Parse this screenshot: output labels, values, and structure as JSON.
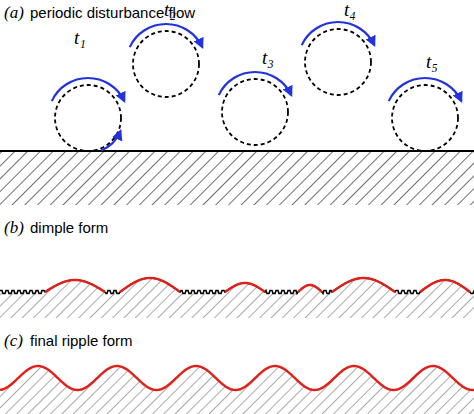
{
  "diagram": {
    "labels": [
      "(a)",
      "periodic disturbance flow",
      "t₁",
      "t₂",
      "t₃",
      "t₄",
      "t₅",
      "(b)",
      "dimple form",
      "(c)",
      "final ripple form"
    ]
  }
}
